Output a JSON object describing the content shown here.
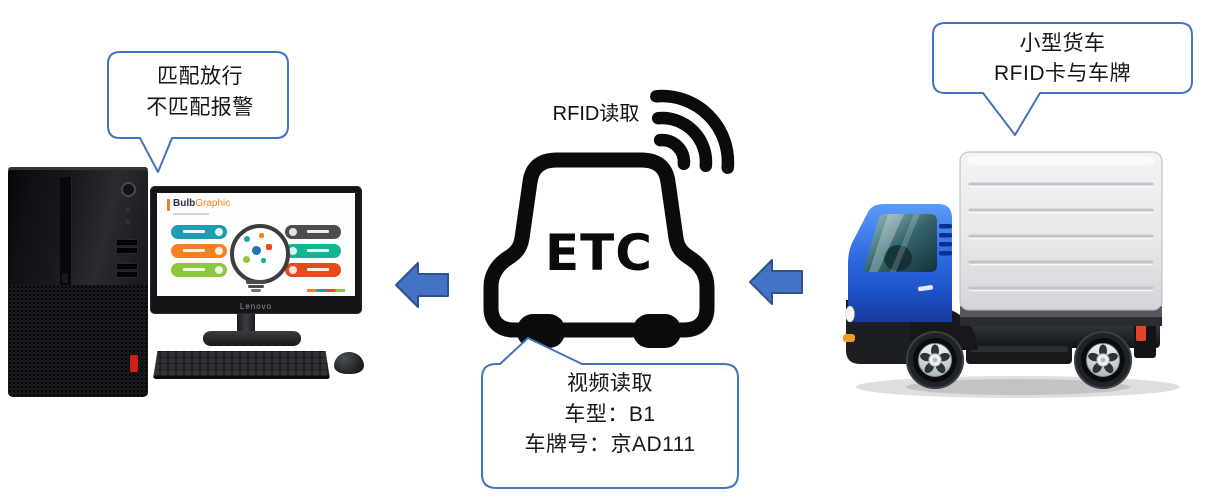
{
  "diagram": {
    "callout_computer": {
      "line1": "匹配放行",
      "line2": "不匹配报警"
    },
    "rfid_label": "RFID读取",
    "etc_badge": "ETC",
    "callout_video": {
      "line1": "视频读取",
      "line2": "车型：B1",
      "line3": "车牌号：京AD111"
    },
    "callout_truck": {
      "line1": "小型货车",
      "line2": "RFID卡与车牌"
    }
  },
  "computer": {
    "monitor_brand": "Lenovo",
    "screen": {
      "title_bold": "Bulb",
      "title_accent": "Graphic",
      "pill_colors": [
        "#1e9db1",
        "#f58220",
        "#8dc63f",
        "#4d4d50",
        "#12b694",
        "#e8491f"
      ]
    }
  },
  "colors": {
    "callout_border": "#4472C4",
    "arrow_fill": "#4472C4",
    "arrow_border": "#2F528F",
    "icon_black": "#0b0b0b",
    "truck_cab_blue": "#2e6ae0",
    "truck_box_gray": "#e9e9ec"
  }
}
